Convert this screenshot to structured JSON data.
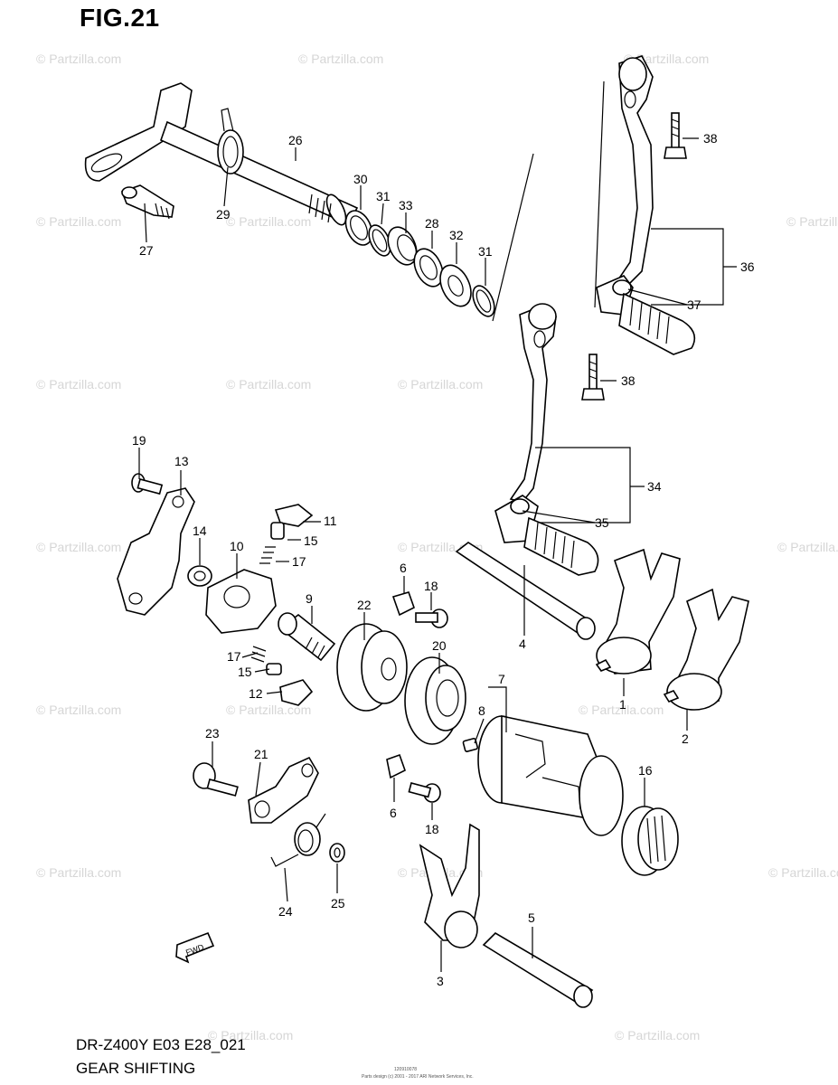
{
  "figure_title": "FIG.21",
  "model_code": "DR-Z400Y E03 E28_021",
  "section_name": "GEAR SHIFTING",
  "fwd_label": "FWD",
  "watermark": "© Partzilla.com",
  "fine_print_1": "120910078",
  "fine_print_2": "Parts design (c) 2001 - 2017 ARI Network Services, Inc.",
  "labels": {
    "p1": "1",
    "p2": "2",
    "p3": "3",
    "p4": "4",
    "p5": "5",
    "p6a": "6",
    "p6b": "6",
    "p7": "7",
    "p8": "8",
    "p9": "9",
    "p10": "10",
    "p11": "11",
    "p12": "12",
    "p13": "13",
    "p14": "14",
    "p15a": "15",
    "p15b": "15",
    "p16": "16",
    "p17a": "17",
    "p17b": "17",
    "p18a": "18",
    "p18b": "18",
    "p19": "19",
    "p20": "20",
    "p21": "21",
    "p22": "22",
    "p23": "23",
    "p24": "24",
    "p25": "25",
    "p26": "26",
    "p27": "27",
    "p28": "28",
    "p29": "29",
    "p30": "30",
    "p31a": "31",
    "p31b": "31",
    "p32": "32",
    "p33": "33",
    "p34": "34",
    "p35": "35",
    "p36": "36",
    "p37": "37",
    "p38a": "38",
    "p38b": "38"
  }
}
